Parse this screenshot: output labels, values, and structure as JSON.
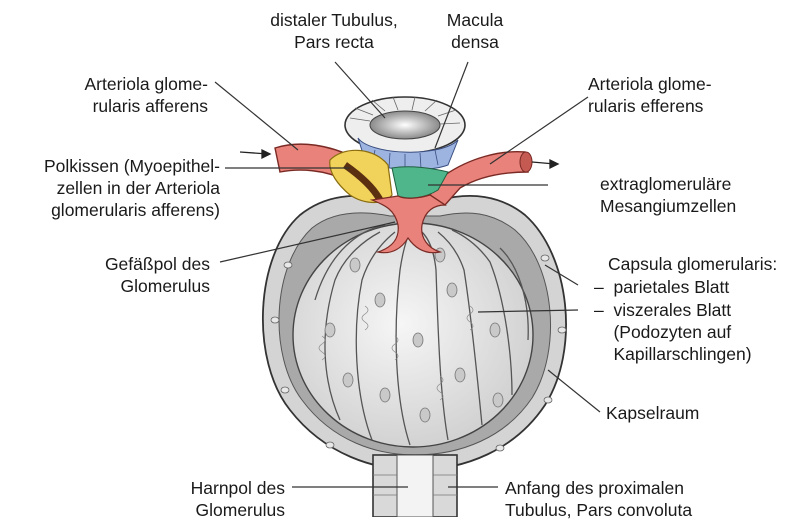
{
  "labels": {
    "distal_tubule": "distaler Tubulus,\nPars recta",
    "macula_densa": "Macula\ndensa",
    "afferent_arteriole": "Arteriola glome-\nrularis afferens",
    "efferent_arteriole": "Arteriola glome-\nrularis efferens",
    "polkissen": "Polkissen (Myoepithel-\nzellen in der Arteriola\nglomerularis afferens)",
    "mesangial": "extraglomeruläre\nMesangiumzellen",
    "vascular_pole": "Gefäßpol des\nGlomerulus",
    "capsule_title": "Capsula glomerularis:",
    "capsule_parietal": "–  parietales Blatt",
    "capsule_visceral": "–  viszerales Blatt\n    (Podozyten auf\n    Kapillarschlingen)",
    "capsular_space": "Kapselraum",
    "urinary_pole": "Harnpol des\nGlomerulus",
    "proximal_tubule": "Anfang des proximalen\nTubulus, Pars convoluta"
  },
  "colors": {
    "arteriole": "#e8827a",
    "arteriole_dark": "#c45a52",
    "polkissen": "#f1d25a",
    "macula_densa": "#9db3e0",
    "mesangium": "#4fb58a",
    "capsule": "#d9d9d9",
    "podocyte": "#efefef",
    "outline": "#333333"
  }
}
